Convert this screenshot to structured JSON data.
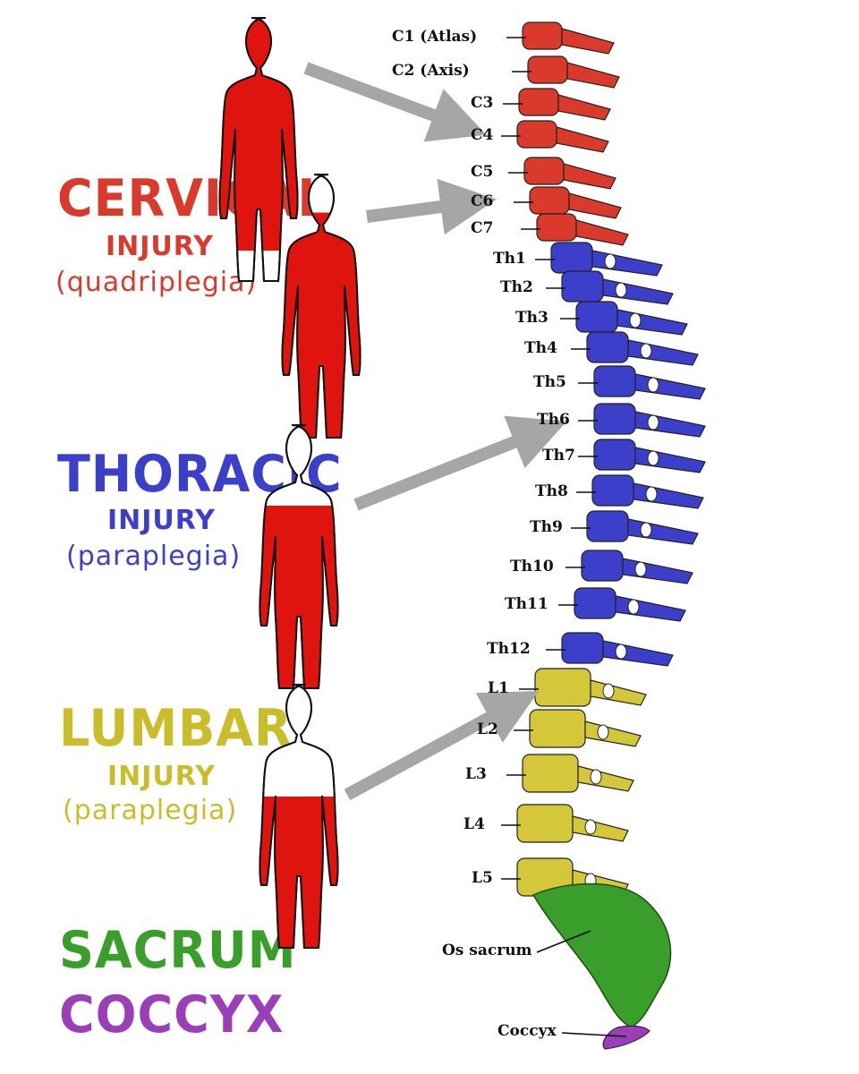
{
  "colors": {
    "cervical": "#d93a2b",
    "thoracic": "#3c3fc9",
    "lumbar": "#d4c83a",
    "sacrum": "#3a9e2a",
    "coccyx": "#9a3fb8",
    "figure_fill": "#e0140e",
    "arrow": "#a6a6a6"
  },
  "regions": [
    {
      "key": "cervical",
      "title": "CERVICAL",
      "line2": "INJURY",
      "line3": "(quadriplegia)",
      "color": "#d93a2b"
    },
    {
      "key": "thoracic",
      "title": "THORACIC",
      "line2": "INJURY",
      "line3": "(paraplegia)",
      "color": "#3c3fc9"
    },
    {
      "key": "lumbar",
      "title": "LUMBAR",
      "line2": "INJURY",
      "line3": "(paraplegia)",
      "color": "#c9bd2a"
    }
  ],
  "extra_regions": [
    {
      "key": "sacrum",
      "title": "SACRUM",
      "color": "#3a9e2a"
    },
    {
      "key": "coccyx",
      "title": "COCCYX",
      "color": "#9a3fb8"
    }
  ],
  "figures": [
    {
      "name": "figure-full-paralysis",
      "fill_from": 0.0
    },
    {
      "name": "figure-neck-down-paralysis",
      "fill_from": 0.17
    },
    {
      "name": "figure-waist-down-paralysis",
      "fill_from": 0.36
    },
    {
      "name": "figure-hip-down-paralysis",
      "fill_from": 0.5
    }
  ],
  "vertebrae_labels": {
    "cervical": [
      "C1 (Atlas)",
      "C2 (Axis)",
      "C3",
      "C4",
      "C5",
      "C6",
      "C7"
    ],
    "thoracic": [
      "Th1",
      "Th2",
      "Th3",
      "Th4",
      "Th5",
      "Th6",
      "Th7",
      "Th8",
      "Th9",
      "Th10",
      "Th11",
      "Th12"
    ],
    "lumbar": [
      "L1",
      "L2",
      "L3",
      "L4",
      "L5"
    ],
    "sacrum": [
      "Os sacrum"
    ],
    "coccyx": [
      "Coccyx"
    ]
  }
}
